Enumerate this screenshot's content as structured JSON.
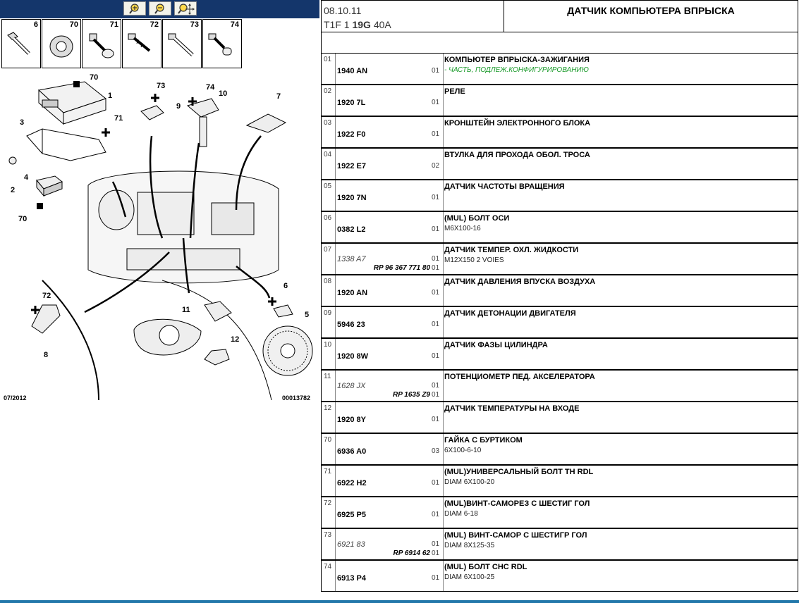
{
  "toolbar": {
    "buttons": [
      {
        "name": "zoom-in",
        "icon": "zoom-in-icon"
      },
      {
        "name": "zoom-out",
        "icon": "zoom-out-icon"
      },
      {
        "name": "zoom-fit",
        "icon": "zoom-fit-icon"
      }
    ]
  },
  "parts_strip": [
    "6",
    "70",
    "71",
    "72",
    "73",
    "74"
  ],
  "diagram": {
    "labels": [
      "70",
      "1",
      "3",
      "71",
      "4",
      "2",
      "70",
      "73",
      "9",
      "74",
      "10",
      "7",
      "72",
      "8",
      "11",
      "6",
      "5",
      "12"
    ],
    "footer_date": "07/2012",
    "footer_code": "00013782"
  },
  "header": {
    "date": "08.10.11",
    "code_prefix": "T1F 1 ",
    "code_bold": "19G",
    "code_suffix": " 40A",
    "title": "ДАТЧИК КОМПЬЮТЕРА ВПРЫСКА"
  },
  "rows": [
    {
      "idx": "01",
      "ref": "1940 AN",
      "qty": "01",
      "name": "КОМПЬЮТЕР ВПРЫСКА-ЗАЖИГАНИЯ",
      "sub": "- ЧАСТЬ, ПОДЛЕЖ.КОНФИГУРИРОВАНИЮ",
      "sub_green": true
    },
    {
      "idx": "02",
      "ref": "1920 7L",
      "qty": "01",
      "name": "РЕЛЕ",
      "sub": ""
    },
    {
      "idx": "03",
      "ref": "1922 F0",
      "qty": "01",
      "name": "КРОНШТЕЙН ЭЛЕКТРОННОГО БЛОКА",
      "sub": ""
    },
    {
      "idx": "04",
      "ref": "1922 E7",
      "qty": "02",
      "name": "ВТУЛКА ДЛЯ ПРОХОДА ОБОЛ. ТРОСА",
      "sub": ""
    },
    {
      "idx": "05",
      "ref": "1920 7N",
      "qty": "01",
      "name": "ДАТЧИК ЧАСТОТЫ ВРАЩЕНИЯ",
      "sub": ""
    },
    {
      "idx": "06",
      "ref": "0382 L2",
      "qty": "01",
      "name": "(MUL) БОЛТ ОСИ",
      "sub": "M6X100-16"
    },
    {
      "idx": "07",
      "ref": "1338 A7",
      "ref_alt": true,
      "rp": "RP 96 367 771 80",
      "qty": "01",
      "qty2": "01",
      "name": "ДАТЧИК ТЕМПЕР. ОХЛ. ЖИДКОСТИ",
      "sub": "M12X150 2 VOIES"
    },
    {
      "idx": "08",
      "ref": "1920 AN",
      "qty": "01",
      "name": "ДАТЧИК ДАВЛЕНИЯ ВПУСКА ВОЗДУХА",
      "sub": ""
    },
    {
      "idx": "09",
      "ref": "5946 23",
      "qty": "01",
      "name": "ДАТЧИК ДЕТОНАЦИИ ДВИГАТЕЛЯ",
      "sub": ""
    },
    {
      "idx": "10",
      "ref": "1920 8W",
      "qty": "01",
      "name": "ДАТЧИК ФАЗЫ ЦИЛИНДРА",
      "sub": ""
    },
    {
      "idx": "11",
      "ref": "1628 JX",
      "ref_alt": true,
      "rp": "RP 1635 Z9",
      "qty": "01",
      "qty2": "01",
      "name": "ПОТЕНЦИОМЕТР ПЕД. АКСЕЛЕРАТОРА",
      "sub": ""
    },
    {
      "idx": "12",
      "ref": "1920 8Y",
      "qty": "01",
      "name": "ДАТЧИК ТЕМПЕРАТУРЫ НА ВХОДЕ",
      "sub": ""
    },
    {
      "idx": "70",
      "ref": "6936 A0",
      "qty": "03",
      "name": "ГАЙКА С БУРТИКОМ",
      "sub": "6X100-6-10"
    },
    {
      "idx": "71",
      "ref": "6922 H2",
      "qty": "01",
      "name": "(MUL)УНИВЕРСАЛЬНЫЙ БОЛТ TH RDL",
      "sub": "DIAM 6X100-20"
    },
    {
      "idx": "72",
      "ref": "6925 P5",
      "qty": "01",
      "name": "(MUL)ВИНТ-САМОРЕЗ С ШЕСТИГ ГОЛ",
      "sub": "DIAM 6-18"
    },
    {
      "idx": "73",
      "ref": "6921 83",
      "ref_alt": true,
      "rp": "RP 6914 62",
      "qty": "01",
      "qty2": "01",
      "name": "(MUL) ВИНТ-САМОР С ШЕСТИГР ГОЛ",
      "sub": "DIAM 8X125-35"
    },
    {
      "idx": "74",
      "ref": "6913 P4",
      "qty": "01",
      "name": "(MUL) БОЛТ CHC RDL",
      "sub": "DIAM 6X100-25"
    }
  ]
}
